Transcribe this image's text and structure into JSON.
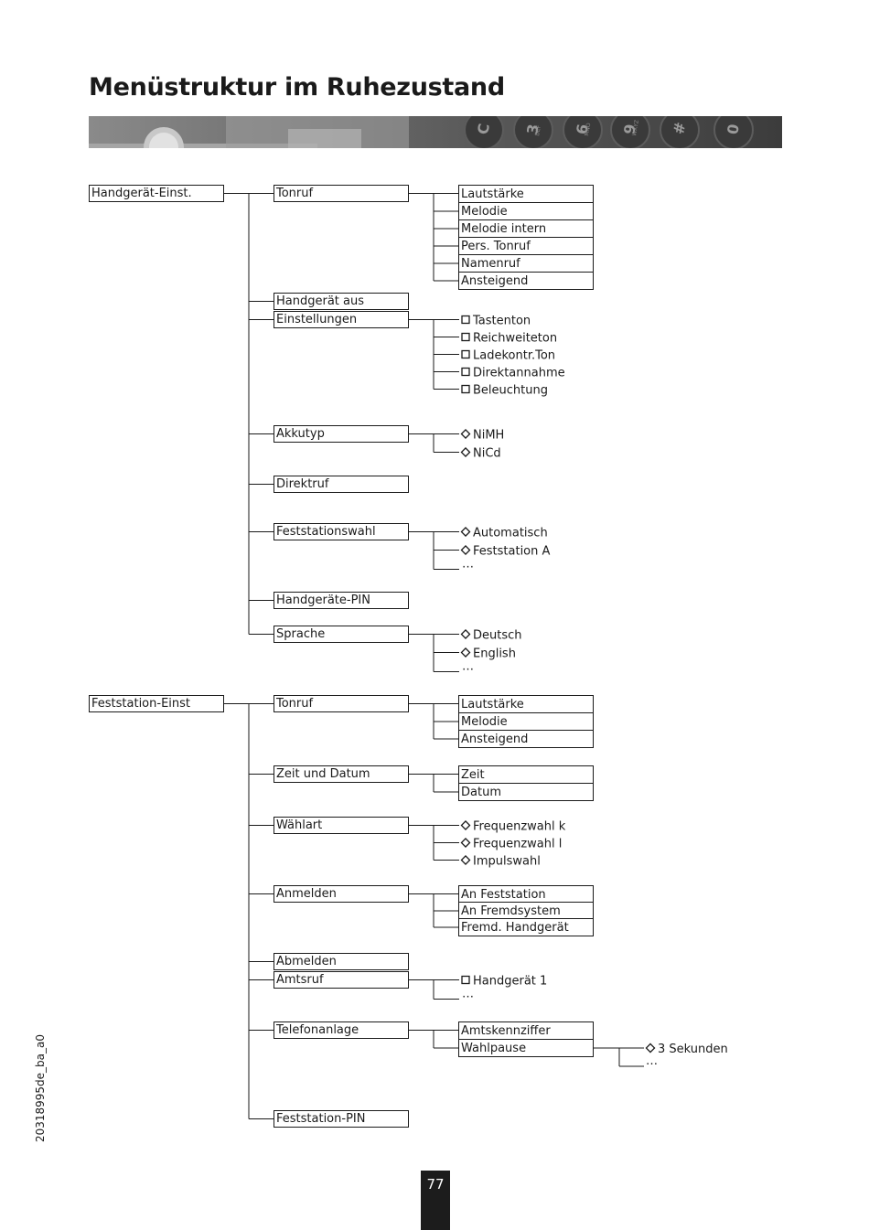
{
  "title": "Menüstruktur im Ruhezustand",
  "side_code": "20318995de_ba_a0",
  "page_number": "77",
  "banner": {
    "keys": [
      "C",
      "3",
      "6",
      "9",
      "#",
      "0"
    ],
    "sublabels": [
      "DEF",
      "MNO",
      "WXYZ"
    ]
  },
  "colors": {
    "lines": "#1a1a1a",
    "text": "#1a1a1a",
    "banner": "#7a7a7a",
    "page_box": "#1c1c1c"
  },
  "menu": [
    {
      "label": "Handgerät-Einst.",
      "children": [
        {
          "label": "Tonruf",
          "options_style": "list",
          "options": [
            "Lautstärke",
            "Melodie",
            "Melodie intern",
            "Pers. Tonruf",
            "Namenruf",
            "Ansteigend"
          ]
        },
        {
          "label": "Handgerät aus"
        },
        {
          "label": "Einstellungen",
          "options_style": "checkbox",
          "options": [
            "Tastenton",
            "Reichweiteton",
            "Ladekontr.Ton",
            "Direktannahme",
            "Beleuchtung"
          ]
        },
        {
          "label": "Akkutyp",
          "options_style": "radio",
          "options": [
            "NiMH",
            "NiCd"
          ]
        },
        {
          "label": "Direktruf"
        },
        {
          "label": "Feststationswahl",
          "options_style": "radio",
          "options": [
            "Automatisch",
            "Feststation A"
          ],
          "more": "…"
        },
        {
          "label": "Handgeräte-PIN"
        },
        {
          "label": "Sprache",
          "options_style": "radio",
          "options": [
            "Deutsch",
            "English"
          ],
          "more": "…"
        }
      ]
    },
    {
      "label": "Feststation-Einst",
      "children": [
        {
          "label": "Tonruf",
          "options_style": "list",
          "options": [
            "Lautstärke",
            "Melodie",
            "Ansteigend"
          ]
        },
        {
          "label": "Zeit und Datum",
          "options_style": "list",
          "options": [
            "Zeit",
            "Datum"
          ]
        },
        {
          "label": "Wählart",
          "options_style": "radio",
          "options": [
            "Frequenzwahl k",
            "Frequenzwahl l",
            "Impulswahl"
          ]
        },
        {
          "label": "Anmelden",
          "options_style": "list",
          "options": [
            "An Feststation",
            "An Fremdsystem",
            "Fremd. Handgerät"
          ]
        },
        {
          "label": "Abmelden"
        },
        {
          "label": "Amtsruf",
          "options_style": "checkbox",
          "options": [
            "Handgerät 1"
          ],
          "more": "…"
        },
        {
          "label": "Telefonanlage",
          "options_style": "list",
          "options": [
            "Amtskennziffer",
            "Wahlpause"
          ],
          "sub": {
            "parent": "Wahlpause",
            "options_style": "radio",
            "options": [
              "3 Sekunden"
            ],
            "more": "…"
          }
        },
        {
          "label": "Feststation-PIN"
        }
      ]
    }
  ]
}
